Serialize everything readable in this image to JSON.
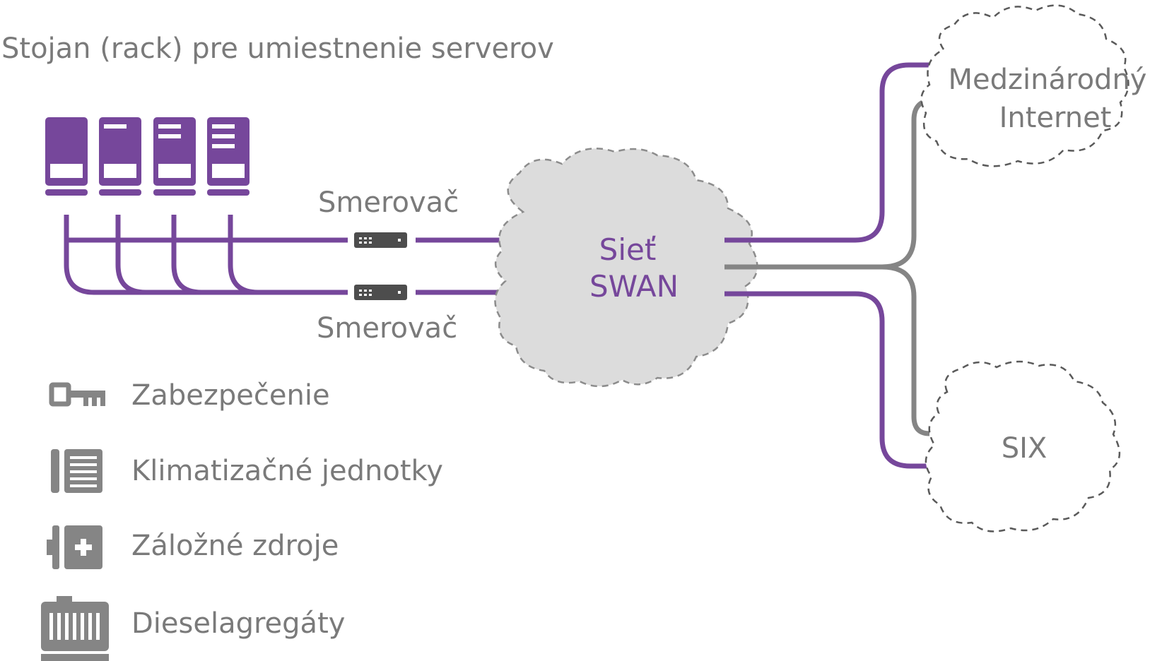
{
  "title": "Stojan (rack) pre umiestnenie serverov",
  "routers": [
    {
      "label": "Smerovač"
    },
    {
      "label": "Smerovač"
    }
  ],
  "swan": {
    "line1": "Sieť",
    "line2": "SWAN"
  },
  "internet": {
    "line1": "Medzinárodný",
    "line2": "Internet"
  },
  "six": {
    "label": "SIX"
  },
  "legend": [
    {
      "icon": "key-icon",
      "label": "Zabezpečenie"
    },
    {
      "icon": "air-conditioner-icon",
      "label": "Klimatizačné jednotky"
    },
    {
      "icon": "battery-icon",
      "label": "Záložné zdroje"
    },
    {
      "icon": "generator-icon",
      "label": "Dieselagregáty"
    }
  ],
  "colors": {
    "accent": "#76479b",
    "gray": "#858585",
    "cloud_fill": "#dcdcdc",
    "text": "#7a7a7a"
  }
}
